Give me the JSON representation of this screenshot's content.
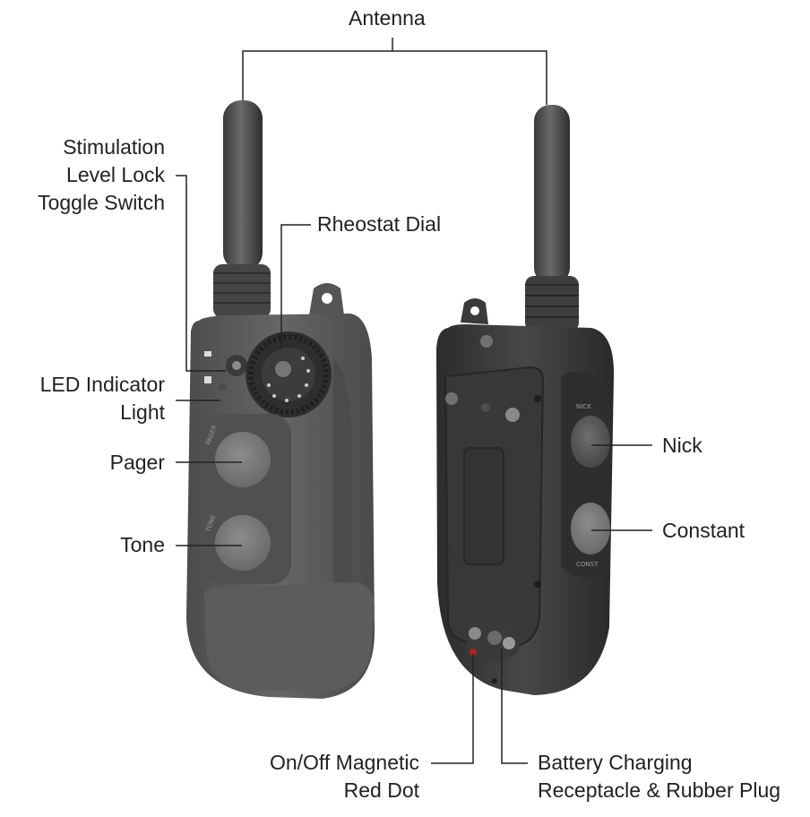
{
  "labels": {
    "antenna": "Antenna",
    "stim_lock_line1": "Stimulation",
    "stim_lock_line2": "Level Lock",
    "stim_lock_line3": "Toggle Switch",
    "rheostat": "Rheostat Dial",
    "led_line1": "LED Indicator",
    "led_line2": "Light",
    "pager": "Pager",
    "tone": "Tone",
    "nick": "Nick",
    "constant": "Constant",
    "onoff_line1": "On/Off Magnetic",
    "onoff_line2": "Red Dot",
    "battery_line1": "Battery Charging",
    "battery_line2": "Receptacle & Rubber Plug"
  },
  "device": {
    "brand_logo": "PetsTEK",
    "pager_button_text": "PAGER",
    "tone_button_text": "TONE",
    "nick_button_text": "NICK",
    "constant_button_text": "CONST"
  },
  "colors": {
    "body_front": "#5a5a5a",
    "body_back": "#333333",
    "button": "#7a7a7a",
    "leader_line": "#222222"
  }
}
